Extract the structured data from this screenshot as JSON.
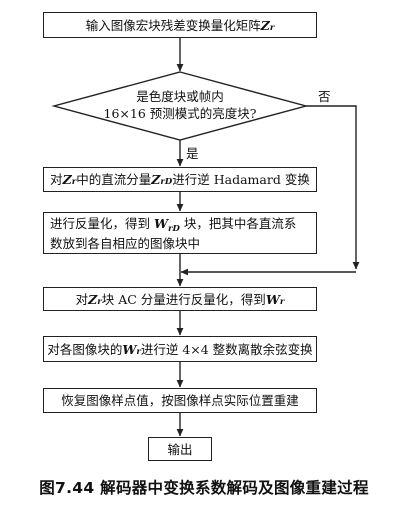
{
  "steps": {
    "input": {
      "pre": "输入图像宏块残差变换量化矩阵 ",
      "sym": "Z",
      "sub": "r"
    },
    "decision": {
      "line1": "是色度块或帧内",
      "line2": "16×16 预测模式的亮度块?",
      "yes": "是",
      "no": "否"
    },
    "dc_inverse": {
      "pre": "对 ",
      "sym1": "Z",
      "sub1": "r",
      "mid": " 中的直流分量 ",
      "sym2": "Z",
      "sub2": "rD",
      "post": " 进行逆 Hadamard 变换"
    },
    "dc_dequant": {
      "line1_pre": "进行反量化，得到 ",
      "sym": "W",
      "sub": "rD",
      "line1_post": " 块，把其中各直流系",
      "line2": "数放到各自相应的图像块中"
    },
    "ac_dequant": {
      "pre": "对 ",
      "sym1": "Z",
      "sub1": "r",
      "mid": " 块 AC 分量进行反量化，得到 ",
      "sym2": "W",
      "sub2": "r"
    },
    "idct": {
      "pre": "对各图像块的 ",
      "sym": "W",
      "sub": "r",
      "post": " 进行逆 4×4 整数离散余弦变换"
    },
    "reconstruct": {
      "text": "恢复图像样点值，按图像样点实际位置重建"
    },
    "output": {
      "text": "输出"
    }
  },
  "caption": "图7.44   解码器中变换系数解码及图像重建过程"
}
